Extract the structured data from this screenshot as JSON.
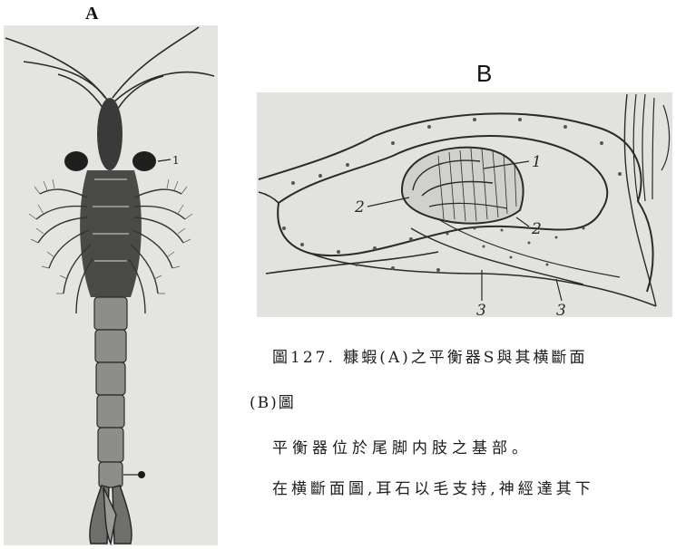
{
  "panel_a": {
    "label": "A",
    "callouts": [
      "1"
    ]
  },
  "panel_b": {
    "label": "B",
    "callouts": [
      "1",
      "2",
      "2",
      "3",
      "3"
    ]
  },
  "caption": {
    "title": "圖127.  糠蝦(A)之平衡器S與其横斷面",
    "continuation": "(B)圖",
    "line1": "平衡器位於尾脚内肢之基部。",
    "line2": "在横斷面圖,耳石以毛支持,神經達其下"
  }
}
